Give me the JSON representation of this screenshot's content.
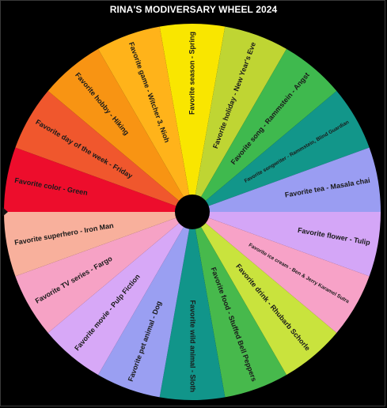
{
  "title": "RINA'S MODIVERSARY WHEEL 2024",
  "wheel": {
    "segments": [
      {
        "label": "Favorite season - Spring",
        "color": "#f9e600"
      },
      {
        "label": "Favorite holiday - New Year's Eve",
        "color": "#bfd533"
      },
      {
        "label": "Favorite song - Rammstein - Angst",
        "color": "#3fb94e"
      },
      {
        "label": "Favorite songwriter - Rammstein, Blind Guardian",
        "color": "#12968a"
      },
      {
        "label": "Favorite tea - Masala chai",
        "color": "#9a9df2"
      },
      {
        "label": "Favorite flower - Tulip",
        "color": "#d4a6f7"
      },
      {
        "label": "Favorite ice cream - Ben & Jerry Karamel Sutra",
        "color": "#f7a2c7"
      },
      {
        "label": "Favorite drink - Rhubarb Schorle",
        "color": "#c9e33d"
      },
      {
        "label": "Favorite food - Stuffed Bell Peppers",
        "color": "#47b94c"
      },
      {
        "label": "Favorite wild animal - Sloth",
        "color": "#11958a"
      },
      {
        "label": "Favorite pet animal - Dog",
        "color": "#9a9ff2"
      },
      {
        "label": "Favorite movie - Pulp Fiction",
        "color": "#d7a8f7"
      },
      {
        "label": "Favorite TV series - Fargo",
        "color": "#f6a2c5"
      },
      {
        "label": "Favorite superhero - Iron Man",
        "color": "#f8b09c"
      },
      {
        "label": "Favorite color - Green",
        "color": "#ed0d2c"
      },
      {
        "label": "Favorite day of the week - Friday",
        "color": "#f0572d"
      },
      {
        "label": "Favorite hobby - Hiking",
        "color": "#f89413"
      },
      {
        "label": "Favorite game - Witcher 3, Nioh",
        "color": "#ffb31a"
      }
    ]
  }
}
